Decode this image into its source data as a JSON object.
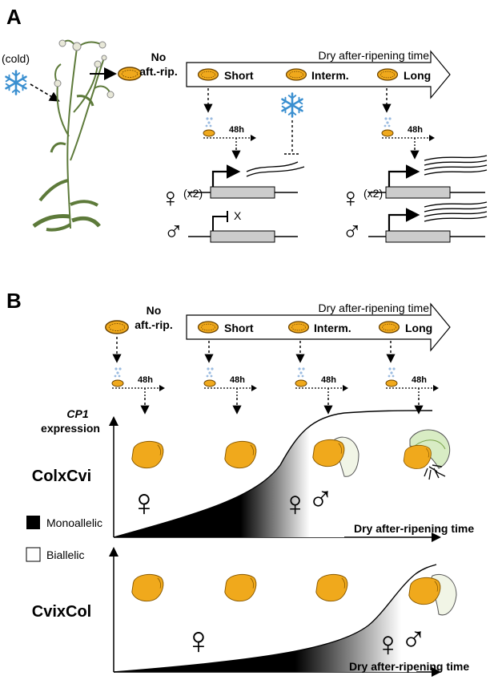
{
  "panel_a": {
    "label": "A",
    "cold_label": "(cold)",
    "no_afterripening": [
      "No",
      "aft.-rip."
    ],
    "timeline_label": "Dry after-ripening time",
    "stages": [
      "Short",
      "Interm.",
      "Long"
    ],
    "hours_label": "48h",
    "female_count": "(x2)",
    "blocked_mark": "X"
  },
  "panel_b": {
    "label": "B",
    "no_afterripening": [
      "No",
      "aft.-rip."
    ],
    "timeline_label": "Dry after-ripening time",
    "stages": [
      "Short",
      "Interm.",
      "Long"
    ],
    "hours_label": "48h",
    "y_axis": [
      "CP1",
      "expression"
    ],
    "x_axis": "Dry after-ripening time",
    "cross_top": "ColxCvi",
    "cross_bottom": "CvixCol",
    "legend_mono": "Monoallelic",
    "legend_bi": "Biallelic"
  },
  "colors": {
    "seed_fill": "#F0A91C",
    "seed_stroke": "#8a5a00",
    "snowflake": "#3a8fd0",
    "radicle": "#f1f5e6"
  },
  "symbols": {
    "female": "♀",
    "male": "♂"
  }
}
